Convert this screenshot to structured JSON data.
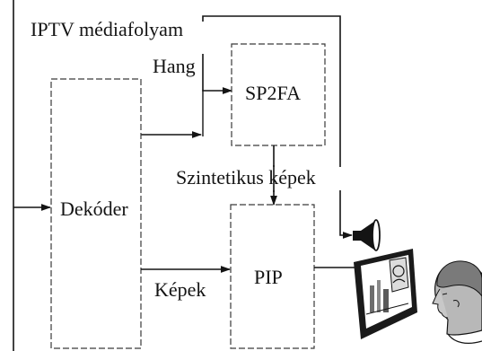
{
  "diagram": {
    "title": "IPTV médiafolyam",
    "nodes": {
      "decoder": "Dekóder",
      "sp2fa": "SP2FA",
      "pip": "PIP"
    },
    "edge_labels": {
      "hang": "Hang",
      "szintetikus": "Szintetikus képek",
      "kepek": "Képek"
    },
    "icons": [
      "speaker-icon",
      "tv-monitor-icon",
      "viewer-head-icon"
    ]
  }
}
